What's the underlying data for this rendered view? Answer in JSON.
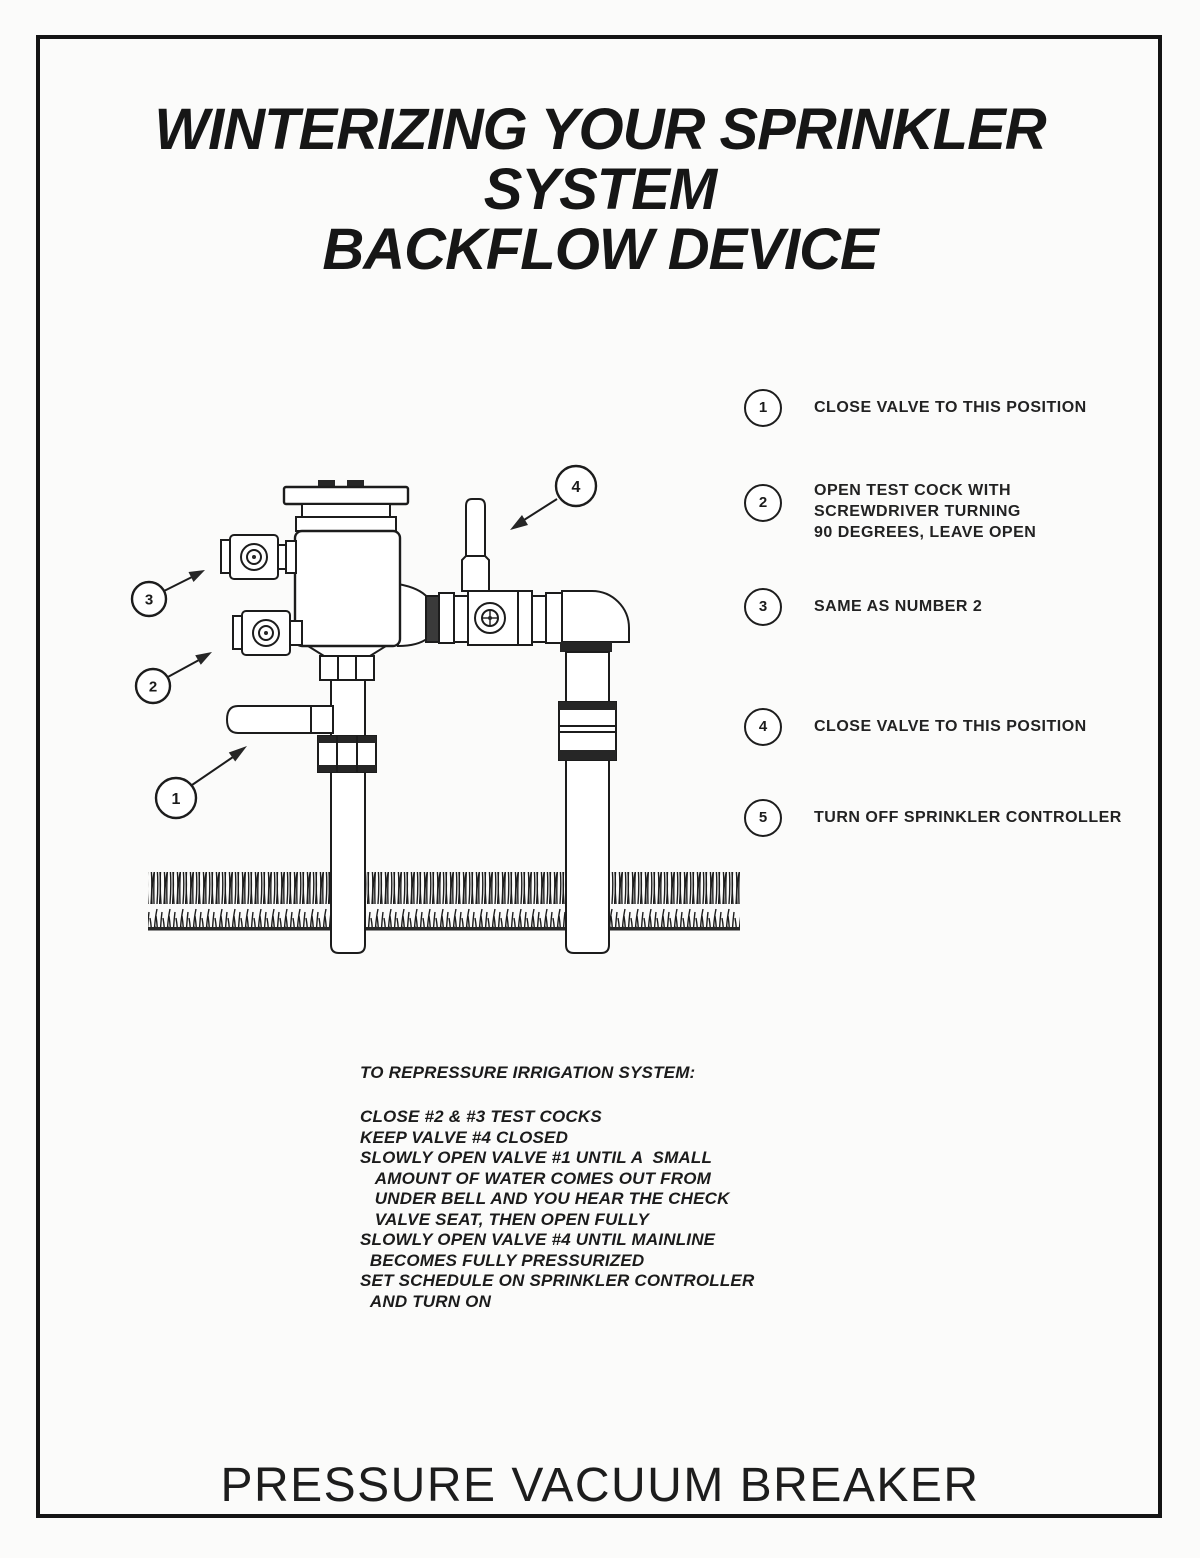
{
  "page": {
    "title": "WINTERIZING YOUR SPRINKLER SYSTEM\nBACKFLOW DEVICE",
    "footer": "PRESSURE VACUUM BREAKER"
  },
  "colors": {
    "ink": "#1a1a1a",
    "paper": "#fbfbfa"
  },
  "legend": {
    "items": [
      {
        "number": "1",
        "text": "CLOSE VALVE TO THIS POSITION"
      },
      {
        "number": "2",
        "text": "OPEN TEST COCK WITH\nSCREWDRIVER TURNING\n90 DEGREES, LEAVE OPEN"
      },
      {
        "number": "3",
        "text": "SAME AS NUMBER 2"
      },
      {
        "number": "4",
        "text": "CLOSE VALVE TO THIS POSITION"
      },
      {
        "number": "5",
        "text": "TURN OFF SPRINKLER CONTROLLER"
      }
    ]
  },
  "diagram": {
    "callouts": [
      {
        "number": "1"
      },
      {
        "number": "2"
      },
      {
        "number": "3"
      },
      {
        "number": "4"
      }
    ]
  },
  "instructions": {
    "heading": "TO REPRESSURE IRRIGATION SYSTEM:",
    "body": "CLOSE #2 & #3 TEST COCKS\nKEEP VALVE #4 CLOSED\nSLOWLY OPEN VALVE #1 UNTIL A  SMALL\n   AMOUNT OF WATER COMES OUT FROM\n   UNDER BELL AND YOU HEAR THE CHECK\n   VALVE SEAT, THEN OPEN FULLY\nSLOWLY OPEN VALVE #4 UNTIL MAINLINE\n  BECOMES FULLY PRESSURIZED\nSET SCHEDULE ON SPRINKLER CONTROLLER\n  AND TURN ON"
  }
}
